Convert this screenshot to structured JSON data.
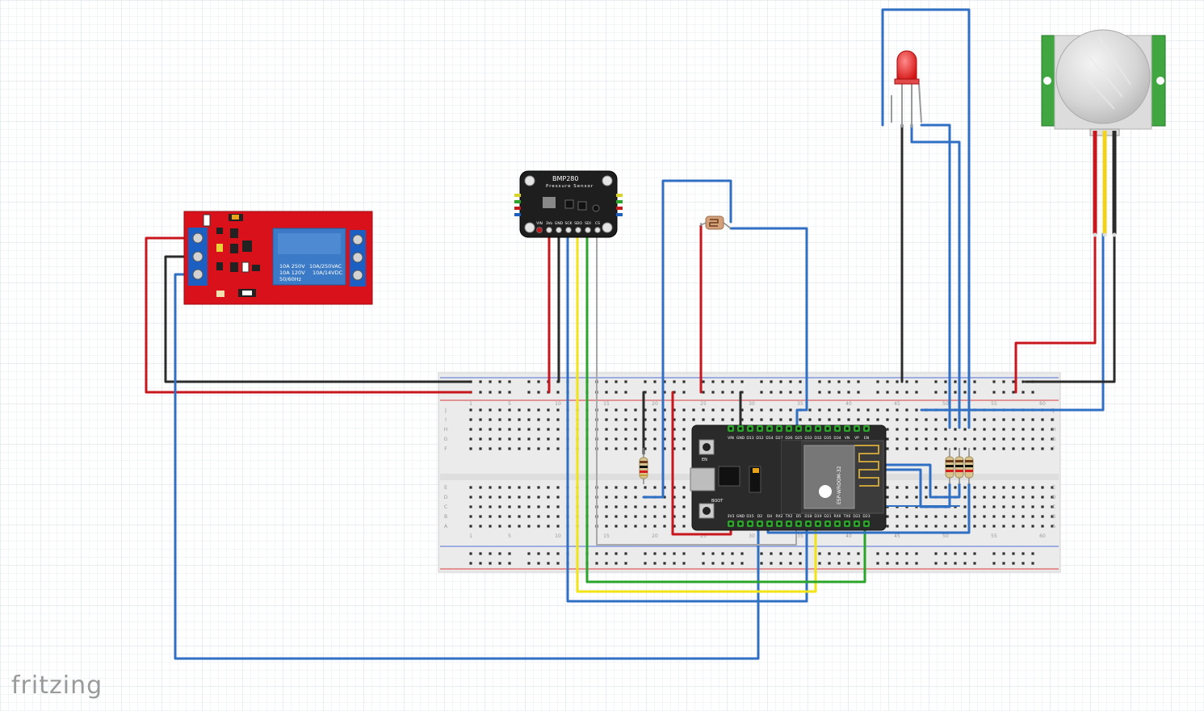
{
  "app": {
    "logo_text": "fritzing"
  },
  "colors": {
    "wire_red": "#c8161d",
    "wire_black": "#2b2b2b",
    "wire_blue": "#2f6fc4",
    "wire_yellow": "#f2e314",
    "wire_green": "#2aa52a",
    "wire_gray": "#a8a8a8",
    "relay_board": "#d8111b",
    "breadboard": "#e9e9e9",
    "esp32_board": "#2a2a2a",
    "pir_board": "#3fa640"
  },
  "relay": {
    "rating_left": [
      "10A 250V",
      "10A 120V",
      "50/60Hz"
    ],
    "rating_right": [
      "10A/250VAC",
      "10A/14VDC"
    ]
  },
  "bmp280": {
    "title": "BMP280",
    "subtitle": "Pressure Sensor",
    "pin_labels": [
      "VIN",
      "3Vo",
      "GND",
      "SCK",
      "SDO",
      "SDI",
      "CS"
    ]
  },
  "esp32": {
    "top_pins": [
      "VIN",
      "GND",
      "D13",
      "D12",
      "D14",
      "D27",
      "D26",
      "D25",
      "D33",
      "D32",
      "D35",
      "D34",
      "VN",
      "VP",
      "EN"
    ],
    "bottom_pins": [
      "3V3",
      "GND",
      "D15",
      "D2",
      "D4",
      "RX2",
      "TX2",
      "D5",
      "D18",
      "D19",
      "D21",
      "RX0",
      "TX0",
      "D22",
      "D23"
    ],
    "button_en": "EN",
    "button_boot": "BOOT",
    "module_text": "ESP-WROOM-32"
  },
  "breadboard": {
    "column_numbers": [
      "1",
      "5",
      "10",
      "15",
      "20",
      "25",
      "30",
      "35",
      "40",
      "45",
      "50",
      "55",
      "60"
    ],
    "row_letters_top": [
      "J",
      "I",
      "H",
      "G",
      "F"
    ],
    "row_letters_bottom": [
      "E",
      "D",
      "C",
      "B",
      "A"
    ]
  }
}
